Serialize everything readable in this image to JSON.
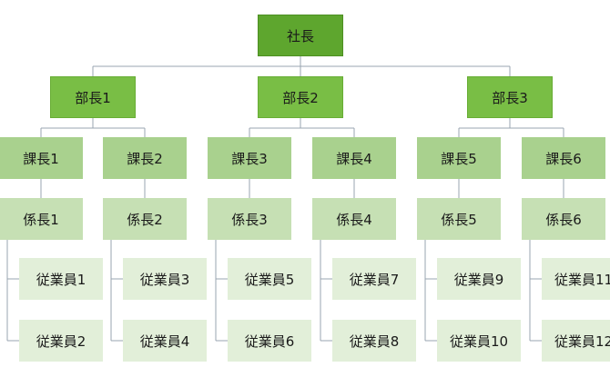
{
  "diagram": {
    "root": {
      "label": "社長"
    },
    "departments": [
      {
        "label": "部長1",
        "sections": [
          {
            "manager": "課長1",
            "chief": "係長1",
            "staff": [
              "従業員1",
              "従業員2"
            ]
          },
          {
            "manager": "課長2",
            "chief": "係長2",
            "staff": [
              "従業員3",
              "従業員4"
            ]
          }
        ]
      },
      {
        "label": "部長2",
        "sections": [
          {
            "manager": "課長3",
            "chief": "係長3",
            "staff": [
              "従業員5",
              "従業員6"
            ]
          },
          {
            "manager": "課長4",
            "chief": "係長4",
            "staff": [
              "従業員7",
              "従業員8"
            ]
          }
        ]
      },
      {
        "label": "部長3",
        "sections": [
          {
            "manager": "課長5",
            "chief": "係長5",
            "staff": [
              "従業員9",
              "従業員10"
            ]
          },
          {
            "manager": "課長6",
            "chief": "係長6",
            "staff": [
              "従業員11",
              "従業員12"
            ]
          }
        ]
      }
    ],
    "colors": {
      "root": "#5ea62e",
      "department": "#79be45",
      "manager": "#a9d18e",
      "chief": "#c6e0b4",
      "staff": "#e2efd9",
      "connector": "#9aa4b0"
    }
  }
}
